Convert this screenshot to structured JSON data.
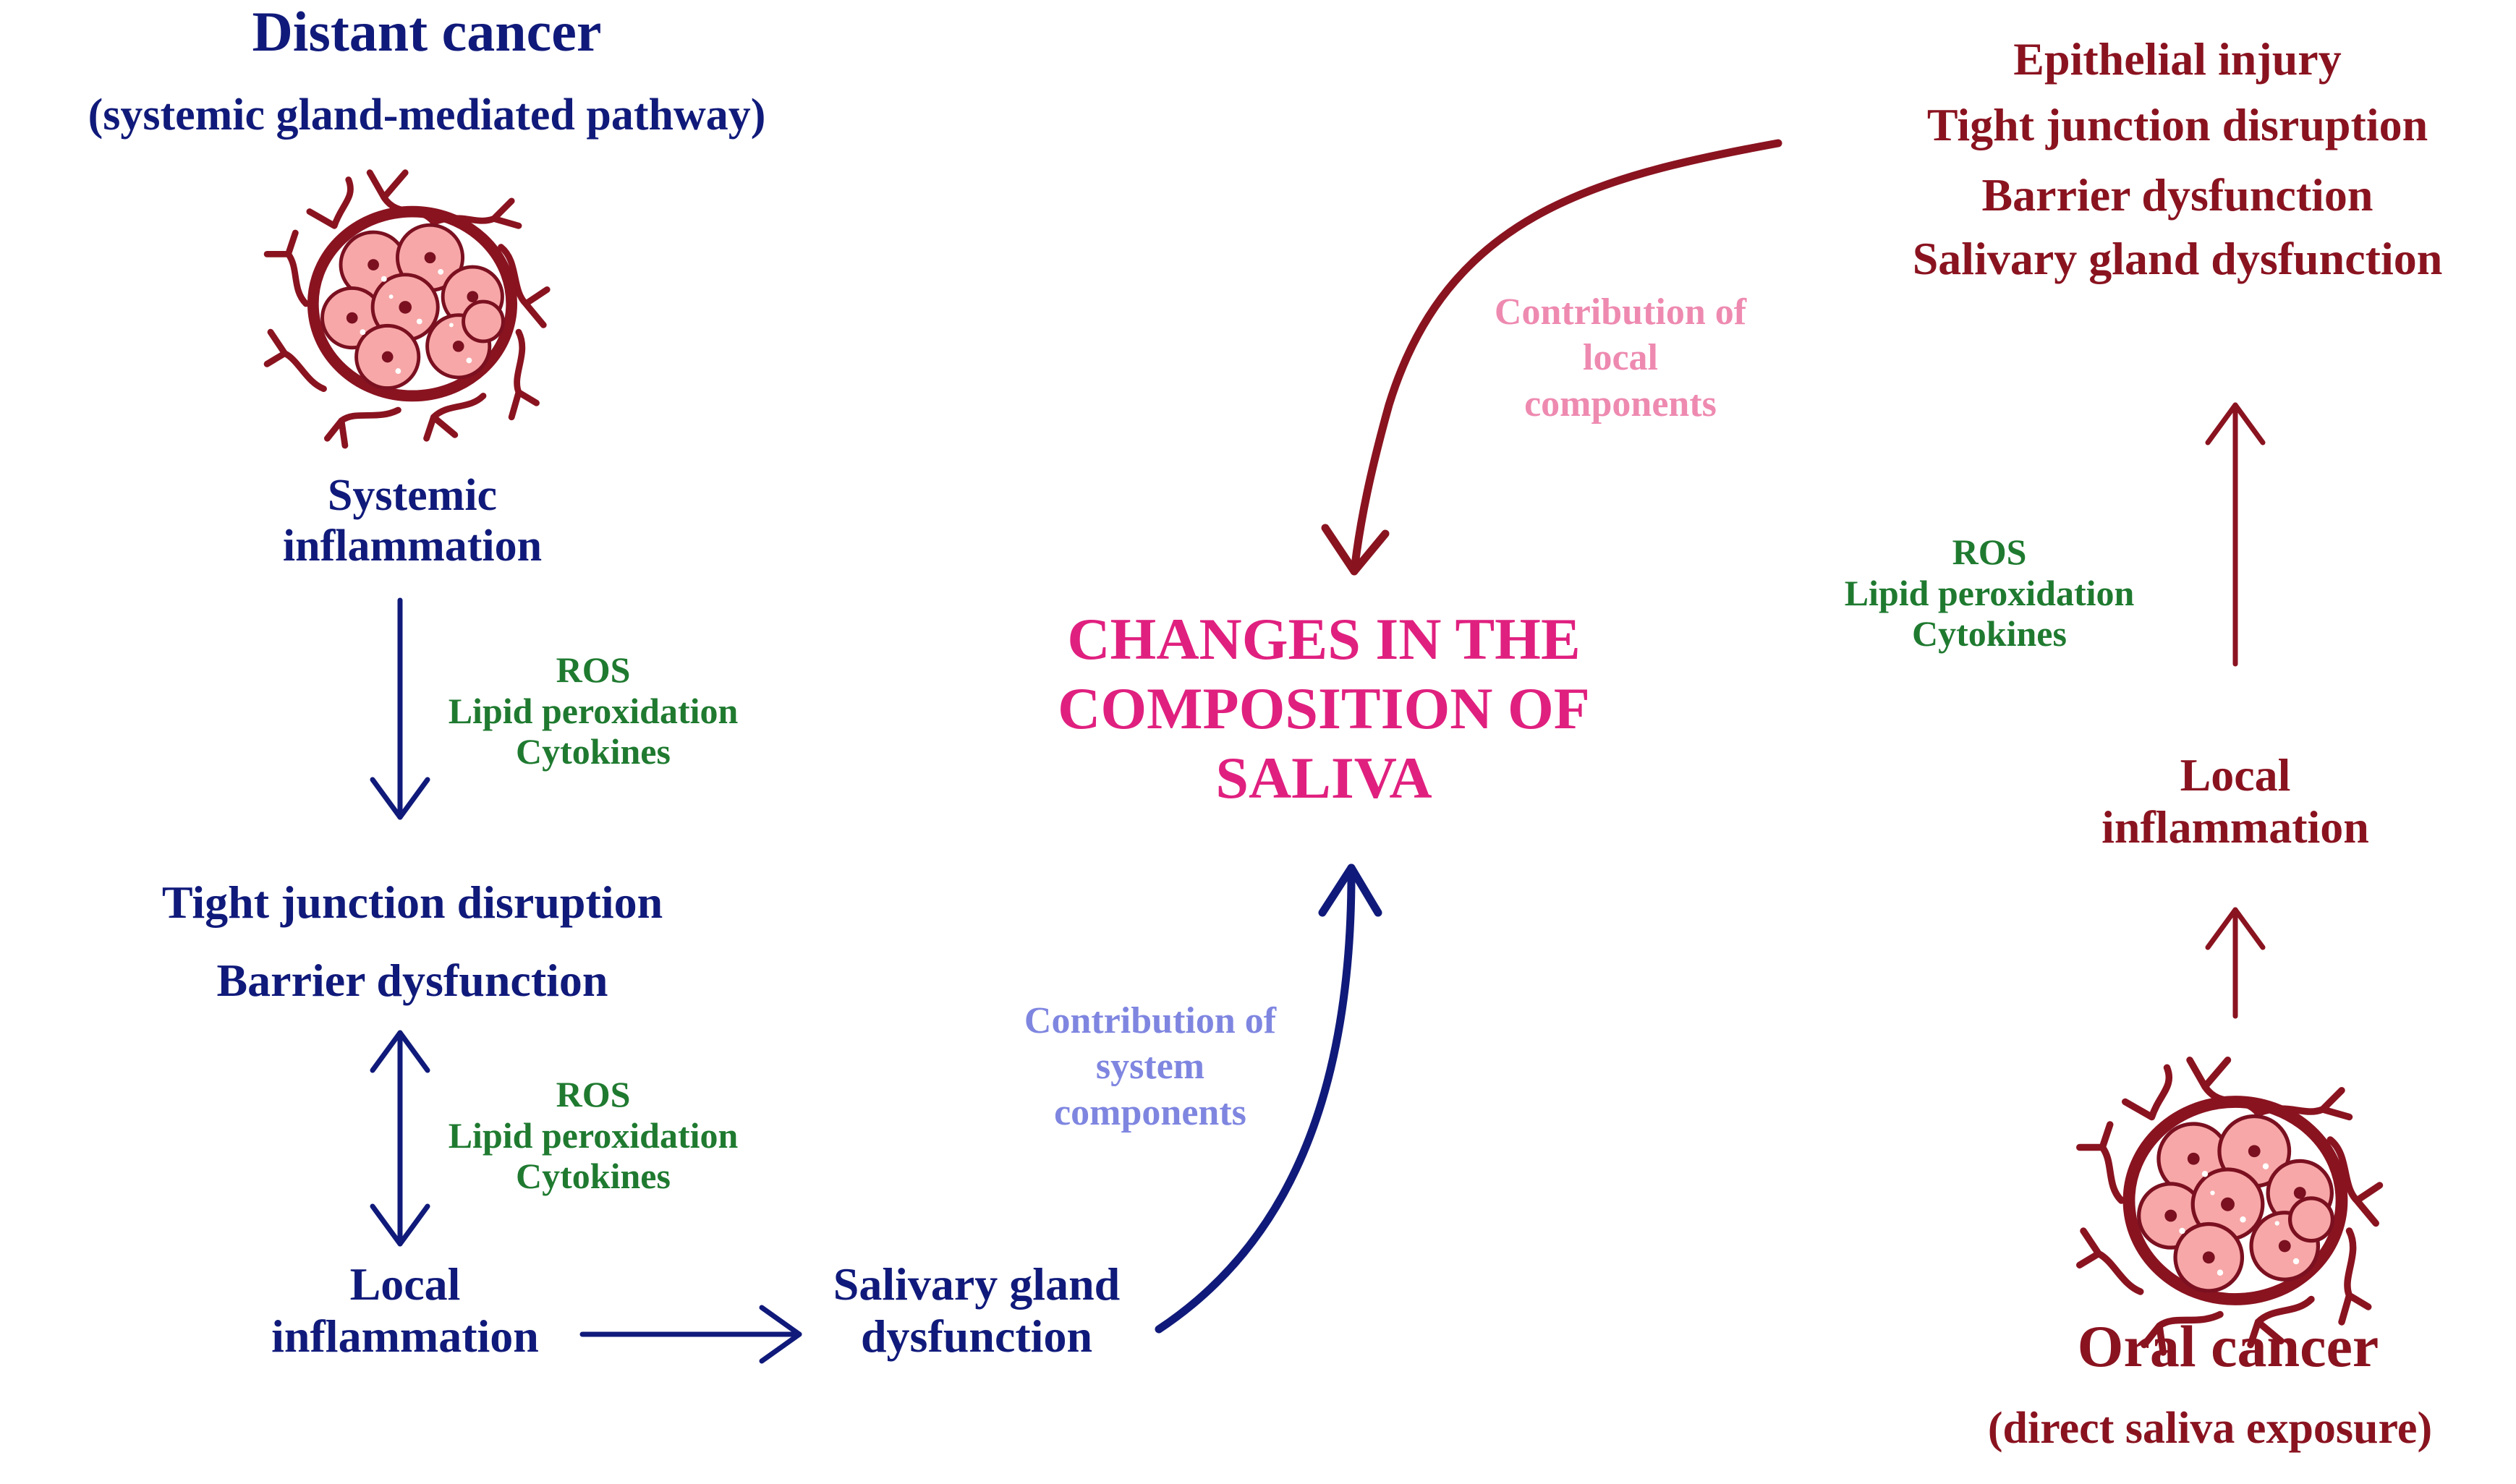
{
  "colors": {
    "systemic": "#101a7a",
    "local": "#8a1320",
    "mediators": "#1f7a30",
    "center": "#e0207f",
    "local_contribution": "#ee8ab0",
    "system_contribution": "#7f86e0",
    "tumor_fill": "#f7a7a7"
  },
  "left": {
    "title": "Distant cancer",
    "subtitle": "(systemic gland-mediated pathway)",
    "tumor_icon": "tumor-cell-cluster-icon",
    "systemic_inflammation": [
      "Systemic",
      "inflammation"
    ],
    "mediators_1": [
      "ROS",
      "Lipid peroxidation",
      "Cytokines"
    ],
    "barrier": [
      "Tight junction disruption",
      "Barrier dysfunction"
    ],
    "mediators_2": [
      "ROS",
      "Lipid peroxidation",
      "Cytokines"
    ],
    "local_inflammation": [
      "Local",
      "inflammation"
    ],
    "salivary": [
      "Salivary gland",
      "dysfunction"
    ],
    "contribution": [
      "Contribution of",
      "system",
      "components"
    ]
  },
  "center": {
    "title": [
      "CHANGES IN THE",
      "COMPOSITION OF",
      "SALIVA"
    ]
  },
  "right": {
    "effects": [
      "Epithelial injury",
      "Tight junction disruption",
      "Barrier dysfunction",
      "Salivary gland dysfunction"
    ],
    "contribution": [
      "Contribution of",
      "local",
      "components"
    ],
    "mediators": [
      "ROS",
      "Lipid peroxidation",
      "Cytokines"
    ],
    "local_inflammation": [
      "Local",
      "inflammation"
    ],
    "tumor_icon": "tumor-cell-cluster-icon",
    "title": "Oral cancer",
    "subtitle": "(direct saliva exposure)"
  }
}
